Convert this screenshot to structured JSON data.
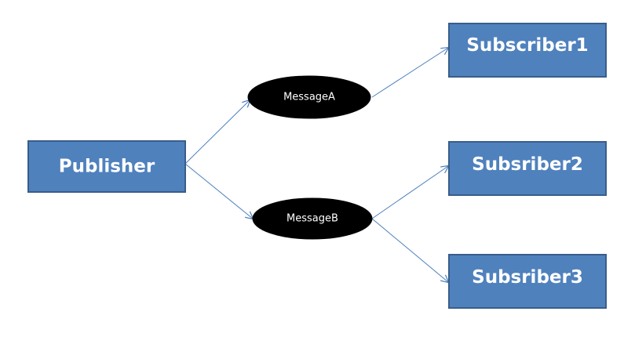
{
  "nodes": {
    "publisher": "Publisher",
    "message_a": "MessageA",
    "message_b": "MessageB",
    "subscriber1": "Subscriber1",
    "subscriber2": "Subsriber2",
    "subscriber3": "Subsriber3"
  },
  "colors": {
    "box_fill": "#4f81bd",
    "box_border": "#385d8a",
    "ellipse_fill": "#000000",
    "connector": "#4a7ebb"
  }
}
